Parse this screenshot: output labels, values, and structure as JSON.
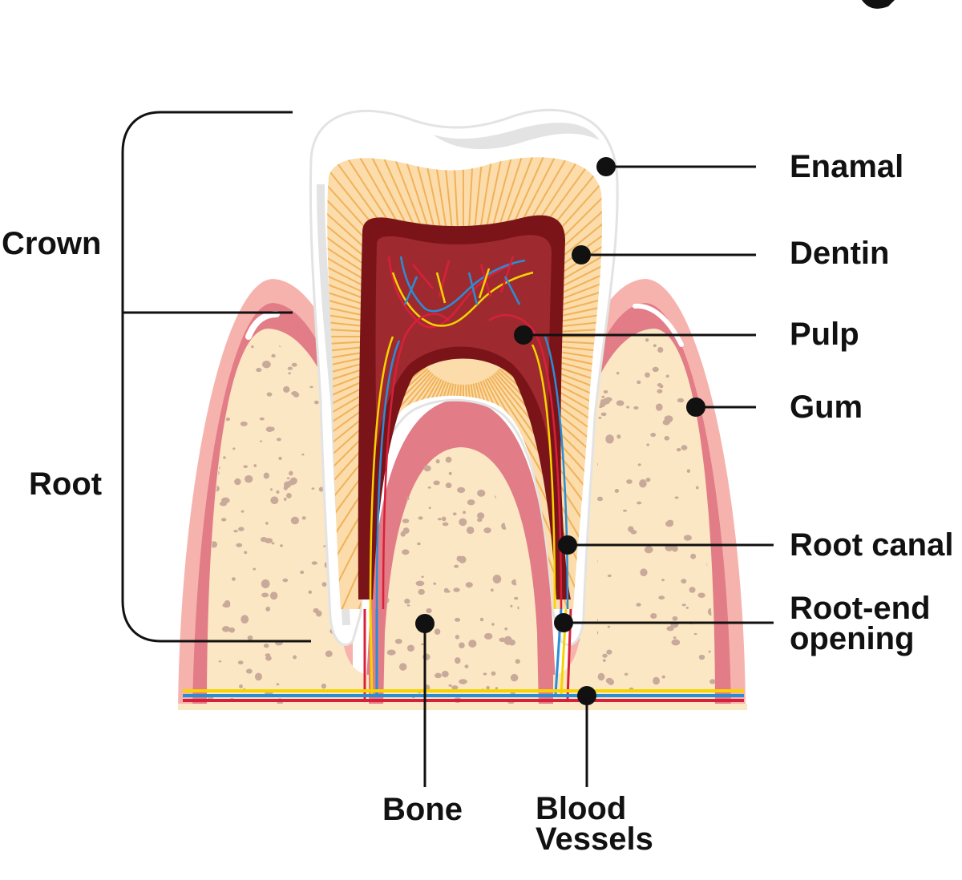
{
  "labels": {
    "crown": "Crown",
    "root": "Root",
    "enamel": "Enamal",
    "dentin": "Dentin",
    "pulp": "Pulp",
    "gum": "Gum",
    "root_canal": "Root canal",
    "root_end_opening_line1": "Root-end",
    "root_end_opening_line2": "opening",
    "bone": "Bone",
    "blood_vessels_line1": "Blood",
    "blood_vessels_line2": "Vessels"
  },
  "colors": {
    "enamel": "#ffffff",
    "enamel_shadow": "#e3e3e3",
    "dentin": "#fbdcaa",
    "dentin_lines": "#f0b25a",
    "pulp_outer": "#7a1418",
    "pulp_inner": "#9e2a30",
    "gum_outer": "#f6b3ae",
    "gum_inner": "#e27c86",
    "bone": "#fbe7c4",
    "bone_specks": "#c8a99a",
    "nerve": "#f6d400",
    "vein": "#2a8ed6",
    "artery": "#d8203a",
    "leader": "#111111"
  }
}
